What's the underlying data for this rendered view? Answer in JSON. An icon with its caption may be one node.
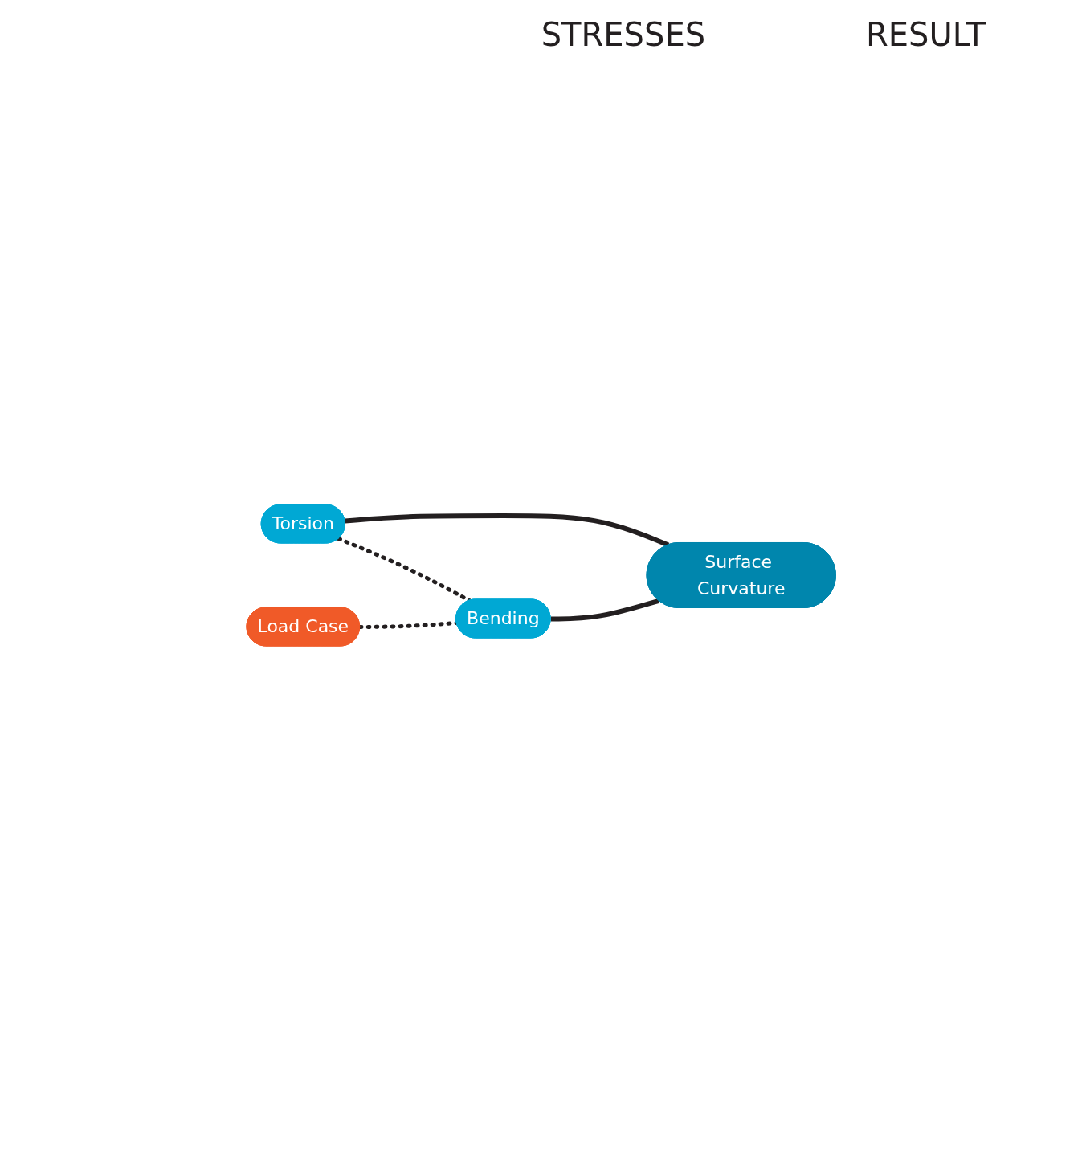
{
  "diagram": {
    "nodes": [
      {
        "text": [
          "Torsion"
        ]
      },
      {
        "text": [
          "Bending"
        ]
      },
      {
        "text": [
          "Surface Curvature"
        ]
      },
      {
        "text": [
          "Load Case"
        ]
      }
    ],
    "edges": [
      {
        "from": 0,
        "to": 1,
        "arrow": "none",
        "style": "dashed"
      },
      {
        "from": 3,
        "to": 1,
        "arrow": "none",
        "style": "dashed"
      },
      {
        "from": 0,
        "to": 2,
        "arrow": "none"
      },
      {
        "from": 1,
        "to": 2,
        "arrow": "none"
      }
    ],
    "labels": [
      "STRESSES",
      "RESULT"
    ]
  }
}
